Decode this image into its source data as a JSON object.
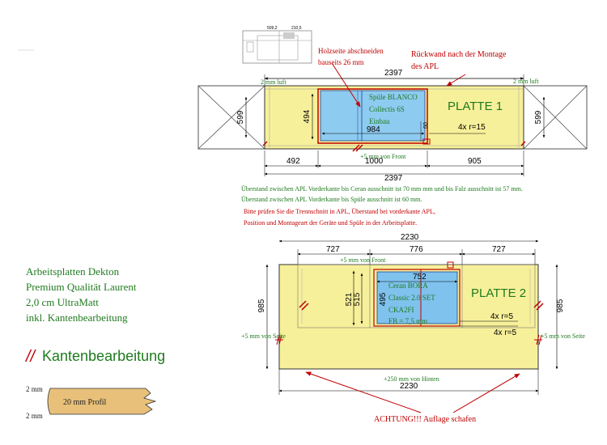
{
  "colors": {
    "worktop": "#f7f09a",
    "sink": "#8ecbf0",
    "cooktop": "#7fc2ee",
    "red": "#c00000",
    "green": "#1f7a1f",
    "wood": "#e8c07a"
  },
  "thumbnail": {
    "dim_a": "509,2",
    "dim_b": "210,5"
  },
  "top_plan": {
    "note_holzseite": [
      "Holzseite abschneiden",
      "bauseits 26 mm"
    ],
    "note_rueckwand": [
      "Rückwand nach der Montage",
      "des APL"
    ],
    "dim_total_top": "2397",
    "luft_left": "2 mm luft",
    "luft_right": "2 mm luft",
    "depth_left": "599",
    "depth_right": "599",
    "sink_depth": "494",
    "sink_width": "984",
    "sink_label": [
      "Spüle BLANCO",
      "Collectis 6S",
      "Einbau"
    ],
    "sink_small": "60",
    "plate_title": "PLATTE 1",
    "radius": "4x r=15",
    "front_note": "+5 mm  von Front",
    "dims_bottom": [
      "492",
      "1000",
      "905"
    ],
    "dim_total_bottom": "2397"
  },
  "notes": {
    "green": [
      "Überstand zwischen APL Vorderkante bis Ceran ausschnitt ist 70 mm mm und bis Falz ausschnitt ist 57 mm.",
      "Überstand zwischen APL Vorderkante bis Spüle ausschnitt ist 60 mm."
    ],
    "red": [
      "Bitte prüfen Sie die Trennschnitt in APL, Überstand bei vorderkante APL,",
      "Position und Montageart der Geräte und Spüle in der Arbeitsplatte."
    ]
  },
  "bottom_plan": {
    "dim_total_top": "2230",
    "dims_top": [
      "727",
      "776",
      "727"
    ],
    "front_note": "+5 mm von Front",
    "cooktop_width": "752",
    "left_inner_1": "521",
    "left_inner_2": "515",
    "cook_depth": "495",
    "cook_label": [
      "Ceran BORA",
      "Classic 2.0 SET",
      "CKA2FI",
      "FB = 7,5 mm"
    ],
    "plate_title": "PLATTE 2",
    "radius_1": "4x r=5",
    "radius_2": "4x r=5",
    "depth_left": "985",
    "depth_right": "985",
    "side_left": "+5 mm von Seite",
    "side_right": "+5 mm von Seite",
    "back_note": "+250 mm von Hinten",
    "dim_total_bottom": "2230",
    "warning": "ACHTUNG!!!  Auflage schafen"
  },
  "left_panel": {
    "lines": [
      "Arbeitsplatten Dekton",
      "Premium Qualität Laurent",
      "2,0 cm UltraMatt",
      "inkl. Kantenbearbeitung"
    ],
    "edge_symbol": "//",
    "edge_title": "Kantenbearbeitung",
    "profile_top": "2 mm",
    "profile_bottom": "2 mm",
    "profile_label": "20 mm Profil"
  }
}
